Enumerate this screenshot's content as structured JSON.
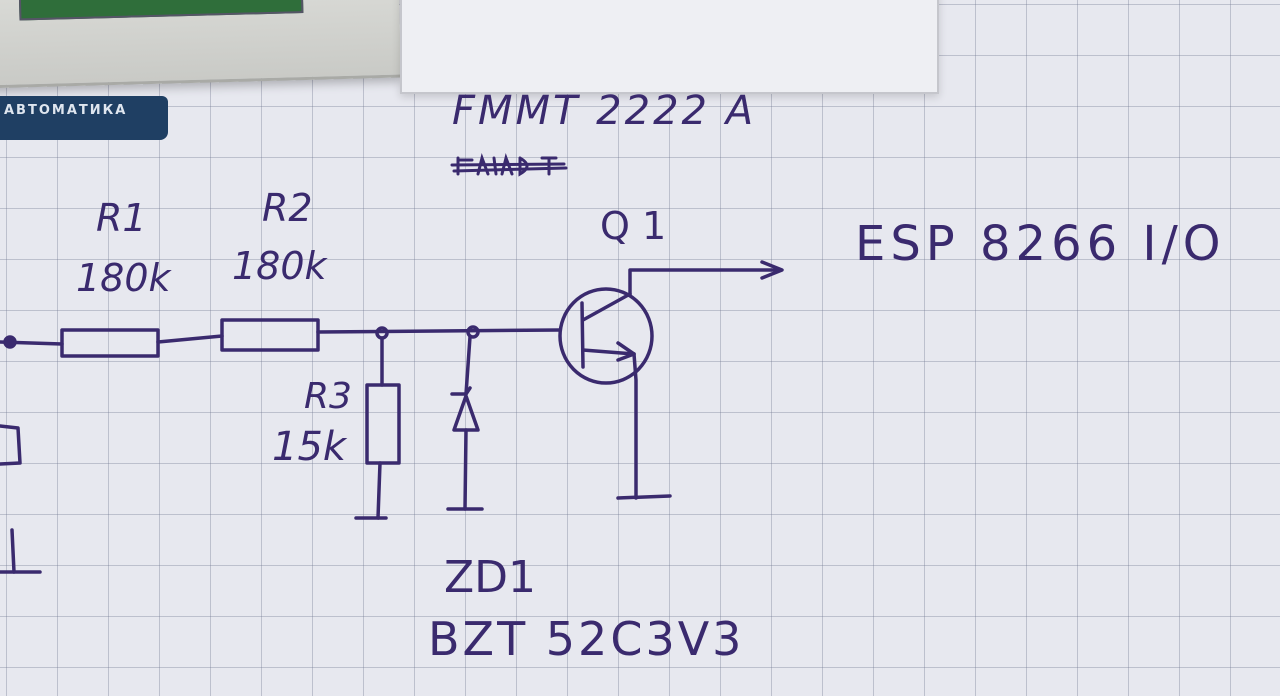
{
  "labels": {
    "part_number": "FMMT 2222 A",
    "r1_name": "R1",
    "r1_value": "180k",
    "r2_name": "R2",
    "r2_value": "180k",
    "r3_name": "R3",
    "r3_value": "15k",
    "q1_name": "Q 1",
    "output": "ESP 8266 I/O",
    "zd1_name": "ZD1",
    "zd1_part": "BZT 52C3V3"
  },
  "background": {
    "brand_text": "АВТОМАТИКА"
  },
  "colors": {
    "ink": "#3a2a6e",
    "paper": "#e7e8ef",
    "grid": "#7c8198",
    "brand_label": "#1f3f63"
  }
}
